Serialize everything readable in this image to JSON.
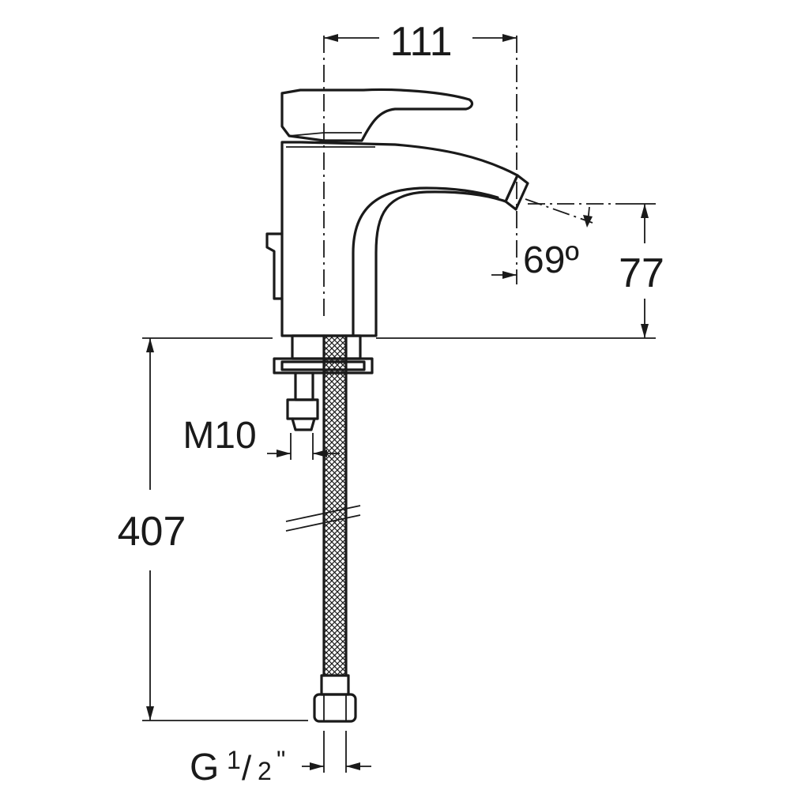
{
  "dimensions": {
    "spout_reach": "111",
    "spray_angle": "69º",
    "spout_height": "77",
    "total_height": "407",
    "fixing_thread": "M10",
    "connection_prefix": "G",
    "connection_frac_num": "1",
    "connection_frac_sep": "/",
    "connection_frac_den": "2",
    "connection_suffix": "\""
  },
  "colors": {
    "line": "#1a1a1a",
    "background": "#ffffff"
  }
}
